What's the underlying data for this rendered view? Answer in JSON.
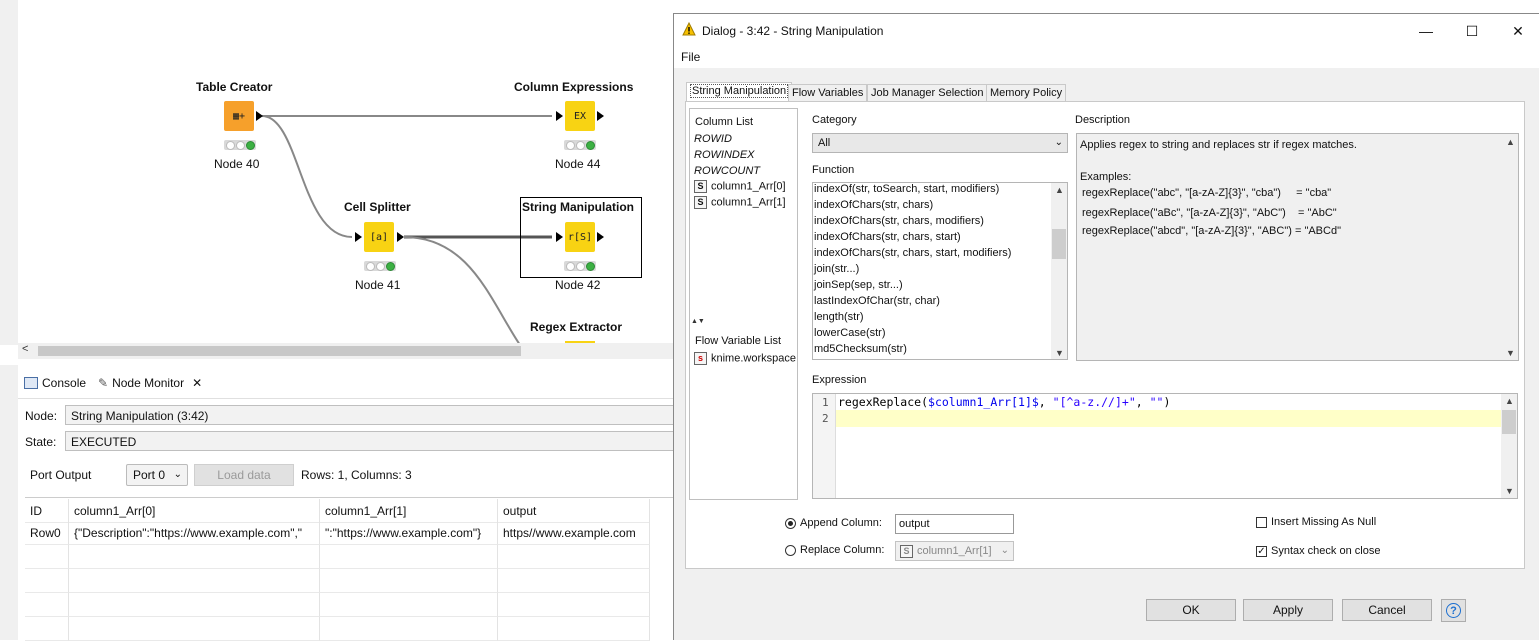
{
  "workflow": {
    "nodes": [
      {
        "title": "Table Creator",
        "label": "Node 40"
      },
      {
        "title": "Column Expressions",
        "label": "Node 44"
      },
      {
        "title": "Cell Splitter",
        "label": "Node 41"
      },
      {
        "title": "String Manipulation",
        "label": "Node 42"
      },
      {
        "title": "Regex Extractor",
        "label": ""
      }
    ],
    "scroll_left": "<"
  },
  "monitor": {
    "tabs": [
      {
        "label": "Console",
        "icon": "console-icon"
      },
      {
        "label": "Node Monitor",
        "icon": "monitor-icon",
        "close": "✕"
      }
    ],
    "node_label": "Node:",
    "node_value": "String Manipulation  (3:42)",
    "state_label": "State:",
    "state_value": "EXECUTED",
    "port_output_label": "Port Output",
    "port_value": "Port 0",
    "load_button": "Load data",
    "rows_info": "Rows: 1, Columns: 3",
    "table": {
      "headers": [
        "ID",
        "column1_Arr[0]",
        "column1_Arr[1]",
        "output"
      ],
      "rows": [
        [
          "Row0",
          "{\"Description\":\"https://www.example.com\",\"",
          "\":\"https://www.example.com\"}",
          "https//www.example.com"
        ]
      ]
    }
  },
  "dialog": {
    "title": "Dialog - 3:42 - String Manipulation",
    "menu_file": "File",
    "window_controls": {
      "minimize": "—",
      "maximize": "☐",
      "close": "✕"
    },
    "tabs": [
      "String Manipulation",
      "Flow Variables",
      "Job Manager Selection",
      "Memory Policy"
    ],
    "column_list": {
      "header": "Column List",
      "special": [
        "ROWID",
        "ROWINDEX",
        "ROWCOUNT"
      ],
      "columns": [
        "column1_Arr[0]",
        "column1_Arr[1]"
      ],
      "type_glyph": "S"
    },
    "flow_variable_list": {
      "header": "Flow Variable List",
      "items": [
        "knime.workspace"
      ],
      "type_glyph": "s"
    },
    "category": {
      "label": "Category",
      "value": "All"
    },
    "function": {
      "label": "Function",
      "items": [
        "indexOf(str, toSearch, start, modifiers)",
        "indexOfChars(str, chars)",
        "indexOfChars(str, chars, modifiers)",
        "indexOfChars(str, chars, start)",
        "indexOfChars(str, chars, start, modifiers)",
        "join(str...)",
        "joinSep(sep, str...)",
        "lastIndexOfChar(str, char)",
        "length(str)",
        "lowerCase(str)",
        "md5Checksum(str)"
      ]
    },
    "description": {
      "label": "Description",
      "lines": [
        "Applies regex to string and replaces str if regex matches.",
        "",
        "Examples:",
        "regexReplace(\"abc\", \"[a-zA-Z]{3}\", \"cba\")     = \"cba\"",
        "regexReplace(\"aBc\", \"[a-zA-Z]{3}\", \"AbC\")    = \"AbC\"",
        "regexReplace(\"abcd\", \"[a-zA-Z]{3}\", \"ABC\") = \"ABCd\""
      ]
    },
    "expression": {
      "label": "Expression",
      "line_numbers": [
        "1",
        "2"
      ],
      "code_prefix": "regexReplace(",
      "code_column": "$column1_Arr[1]$",
      "code_sep": ", ",
      "code_regex": "\"[^a-z.//]+\"",
      "code_sep2": ", ",
      "code_repl": "\"\"",
      "code_suffix": ")"
    },
    "options": {
      "append_label": "Append Column:",
      "append_value": "output",
      "append_selected": true,
      "replace_label": "Replace Column:",
      "replace_value": "column1_Arr[1]",
      "insert_missing_label": "Insert Missing As Null",
      "insert_missing_checked": false,
      "syntax_check_label": "Syntax check on close",
      "syntax_check_checked": true
    },
    "buttons": {
      "ok": "OK",
      "apply": "Apply",
      "cancel": "Cancel",
      "help": "?"
    }
  },
  "colors": {
    "node_orange": "#f6a02b",
    "node_yellow": "#f8d313",
    "status_green": "#3cb043",
    "expr_highlight": "#ffffc8"
  }
}
